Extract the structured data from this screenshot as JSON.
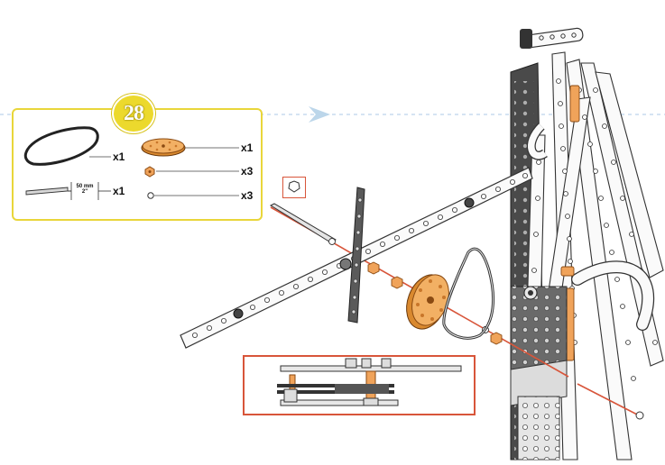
{
  "step": {
    "number": "28"
  },
  "parts": [
    {
      "name": "drive-belt",
      "quantity": "x1"
    },
    {
      "name": "pulley-wheel",
      "quantity": "x1"
    },
    {
      "name": "axle-rod",
      "quantity": "x1",
      "length_label": "50 mm",
      "length_label_sub": "2\""
    },
    {
      "name": "nut",
      "quantity": "x3"
    },
    {
      "name": "washer",
      "quantity": "x3"
    }
  ],
  "colors": {
    "badge": "#ecd92d",
    "parts_border": "#e9d63a",
    "callout": "#d8553a",
    "orange_part": "#f0a35a",
    "steel": "#555555",
    "arrow": "#bcd6ea"
  },
  "icons": [
    "hexagon-nut-icon",
    "step-arrow-icon"
  ]
}
